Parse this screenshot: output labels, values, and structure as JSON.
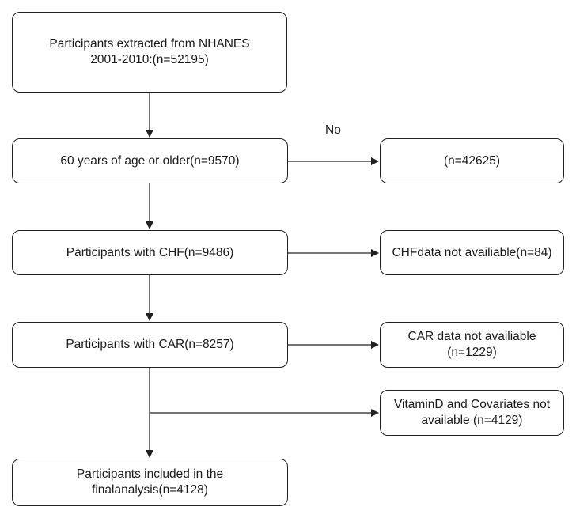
{
  "boxes": {
    "extracted": "Participants extracted from NHANES\n2001-2010:(n=52195)",
    "age": "60 years of age or older(n=9570)",
    "excluded_age": "(n=42625)",
    "chf": "Participants with CHF(n=9486)",
    "excluded_chf": "CHFdata not availiable(n=84)",
    "car": "Participants with CAR(n=8257)",
    "excluded_car": "CAR data not availiable\n(n=1229)",
    "excluded_vitd": "VitaminD and Covariates not\navailable  (n=4129)",
    "final": "Participants included in the\nfinalanalysis(n=4128)"
  },
  "labels": {
    "no": "No"
  },
  "colors": {
    "stroke": "#222222",
    "fill": "#ffffff"
  }
}
